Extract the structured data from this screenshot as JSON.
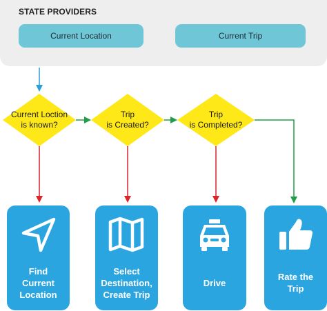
{
  "state_panel": {
    "title": "STATE PROVIDERS",
    "providers": [
      "Current Location",
      "Current Trip"
    ]
  },
  "decisions": [
    "Current Loction\nis known?",
    "Trip\nis Created?",
    "Trip\nis Completed?"
  ],
  "actions": [
    {
      "label": "Find\nCurrent\nLocation",
      "icon": "navigation-arrow-icon"
    },
    {
      "label": "Select\nDestination,\nCreate Trip",
      "icon": "map-icon"
    },
    {
      "label": "Drive",
      "icon": "taxi-icon"
    },
    {
      "label": "Rate the\nTrip",
      "icon": "thumbs-up-icon"
    }
  ],
  "colors": {
    "panel": "#eeeeee",
    "provider": "#6ec6d6",
    "decision": "#ffe817",
    "card": "#2aa5e0",
    "arrow_entry": "#2a9fd8",
    "arrow_yes": "#1f9e47",
    "arrow_no": "#d9232d"
  }
}
